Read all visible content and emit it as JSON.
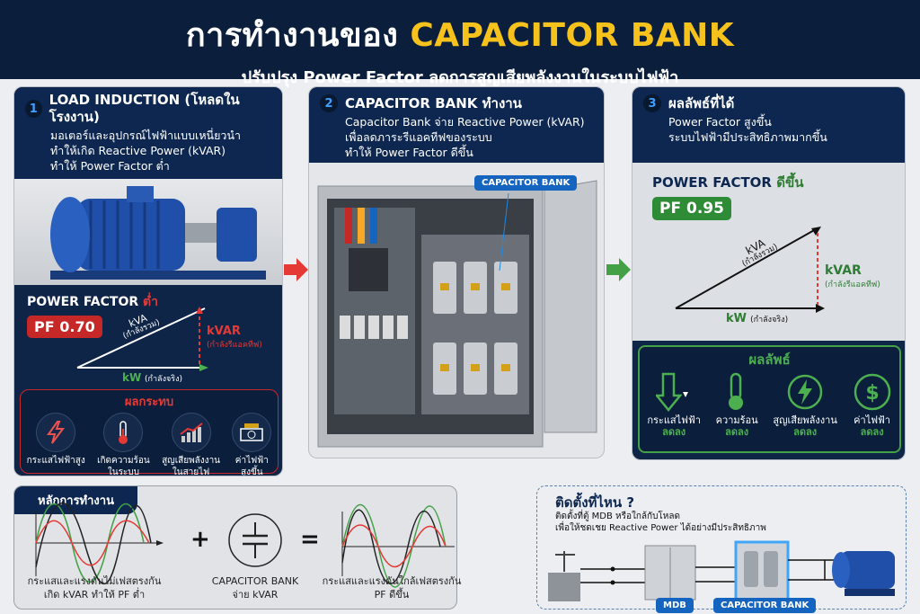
{
  "header": {
    "title_prefix": "การทำงานของ ",
    "title_highlight": "CAPACITOR BANK",
    "subtitle": "ปรับปรุง Power Factor ลดการสูญเสียพลังงานในระบบไฟฟ้า"
  },
  "panel1": {
    "number": "1",
    "title": "LOAD INDUCTION (โหลดในโรงงาน)",
    "desc": [
      "มอเตอร์และอุปกรณ์ไฟฟ้าแบบเหนี่ยวนำ",
      "ทำให้เกิด Reactive Power (kVAR)",
      "ทำให้ Power Factor ต่ำ"
    ],
    "pf_title": "POWER FACTOR ",
    "pf_title_accent": "ต่ำ",
    "pf_value": "PF 0.70",
    "kva": "kVA",
    "kva_sub": "(กำลังรวม)",
    "kvar": "kVAR",
    "kvar_sub": "(กำลังรีแอคทีฟ)",
    "kw": "kW",
    "kw_sub": "(กำลังจริง)",
    "effects_title": "ผลกระทบ",
    "effects": [
      {
        "icon": "lightning-icon",
        "l1": "กระแสไฟฟ้าสูง",
        "l2": ""
      },
      {
        "icon": "thermometer-icon",
        "l1": "เกิดความร้อน",
        "l2": "ในระบบ"
      },
      {
        "icon": "rising-chart-icon",
        "l1": "สูญเสียพลังงาน",
        "l2": "ในสายไฟ"
      },
      {
        "icon": "money-icon",
        "l1": "ค่าไฟฟ้า",
        "l2": "สูงขึ้น"
      }
    ]
  },
  "panel2": {
    "number": "2",
    "title": "CAPACITOR BANK ทำงาน",
    "desc": [
      "Capacitor Bank จ่าย Reactive Power (kVAR)",
      "เพื่อลดภาระรีแอคทีฟของระบบ",
      "ทำให้ Power Factor ดีขึ้น"
    ],
    "callout": "CAPACITOR BANK"
  },
  "panel3": {
    "number": "3",
    "title": "ผลลัพธ์ที่ได้",
    "desc": [
      "Power Factor สูงขึ้น",
      "ระบบไฟฟ้ามีประสิทธิภาพมากขึ้น"
    ],
    "pf_title": "POWER FACTOR ",
    "pf_title_accent": "ดีขึ้น",
    "pf_value": "PF 0.95",
    "kva": "kVA",
    "kva_sub": "(กำลังรวม)",
    "kvar": "kVAR",
    "kvar_sub": "(กำลังรีแอคทีฟ)",
    "kw": "kW",
    "kw_sub": "(กำลังจริง)",
    "results_title": "ผลลัพธ์",
    "results": [
      {
        "icon": "down-arrow-icon",
        "l1": "กระแสไฟฟ้า",
        "l2": "ลดลง"
      },
      {
        "icon": "thermometer-icon",
        "l1": "ความร้อน",
        "l2": "ลดลง"
      },
      {
        "icon": "energy-cycle-icon",
        "l1": "สูญเสียพลังงาน",
        "l2": "ลดลง"
      },
      {
        "icon": "dollar-icon",
        "l1": "ค่าไฟฟ้า",
        "l2": "ลดลง"
      }
    ]
  },
  "principle": {
    "title": "หลักการทำงาน",
    "left_caption": [
      "กระแสและแรงดันไม่เฟสตรงกัน",
      "เกิด kVAR ทำให้ PF ต่ำ"
    ],
    "plus": "+",
    "mid_caption": [
      "CAPACITOR BANK",
      "จ่าย kVAR"
    ],
    "equals": "=",
    "right_caption": [
      "กระแสและแรงดันใกล้เฟสตรงกัน",
      "PF ดีขึ้น"
    ]
  },
  "install": {
    "title": "ติดตั้งที่ไหน ?",
    "desc": [
      "ติดตั้งที่ตู้ MDB หรือใกล้กับโหลด",
      "เพื่อให้ชดเชย Reactive Power ได้อย่างมีประสิทธิภาพ"
    ],
    "mdb_label": "MDB",
    "cap_label": "CAPACITOR BANK"
  }
}
